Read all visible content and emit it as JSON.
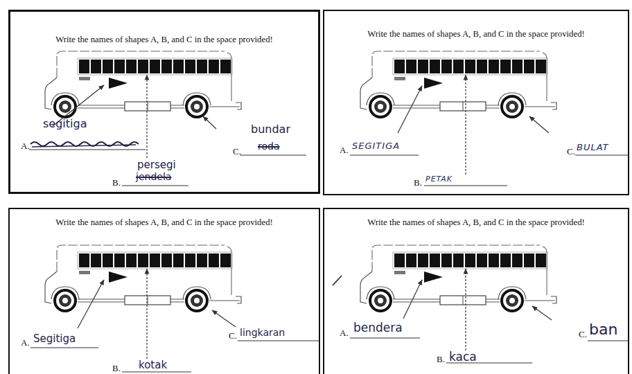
{
  "diagram": {
    "nodes": [
      {
        "text": [
          "Write the names of shapes A, B, and C in the space provided!",
          "A.",
          "segitiga",
          "B.",
          "persegi",
          "jendela",
          "C.",
          "bundar",
          "roda"
        ]
      },
      {
        "text": [
          "Write the names of shapes A, B, and C in the space provided!",
          "A.",
          "SEGITIGA",
          "B.",
          "PETAK",
          "C.",
          "BULAT"
        ]
      },
      {
        "text": [
          "Write the names of shapes A, B, and C in the space provided!",
          "A.",
          "Segitiga",
          "B.",
          "kotak",
          "C.",
          "lingkaran"
        ]
      },
      {
        "text": [
          "Write the names of shapes A, B, and C in the space provided!",
          "A.",
          "bendera",
          "B.",
          "kaca",
          "C.",
          "ban"
        ]
      }
    ]
  }
}
